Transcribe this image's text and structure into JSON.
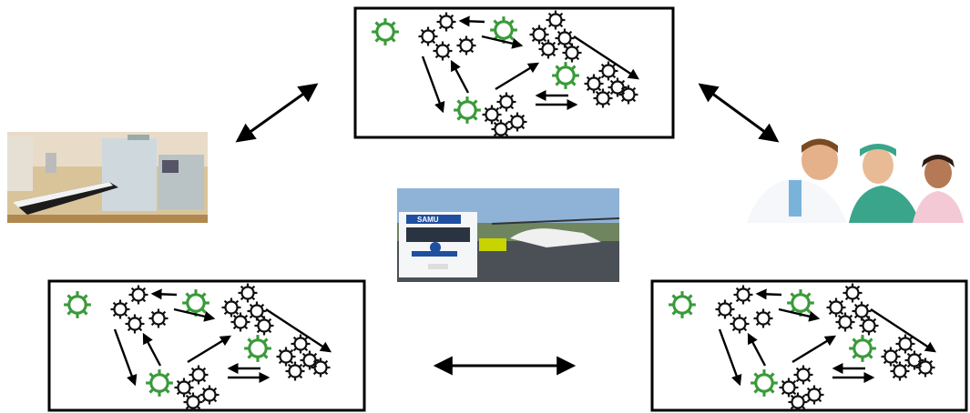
{
  "diagram": {
    "colors": {
      "gear_dark": "#111111",
      "gear_accent": "#3a9a3a",
      "frame": "#000000",
      "arrow": "#000000"
    },
    "photos": {
      "hospital_room": {
        "label": "",
        "icon": "hospital-room-photo"
      },
      "medical_staff": {
        "label": "",
        "icon": "medical-staff-photo"
      },
      "emergency_transport": {
        "label": "SAMU",
        "icon": "ambulance-helicopter-photo"
      }
    },
    "systems": [
      "top-system",
      "bottom-left-system",
      "bottom-right-system"
    ]
  }
}
